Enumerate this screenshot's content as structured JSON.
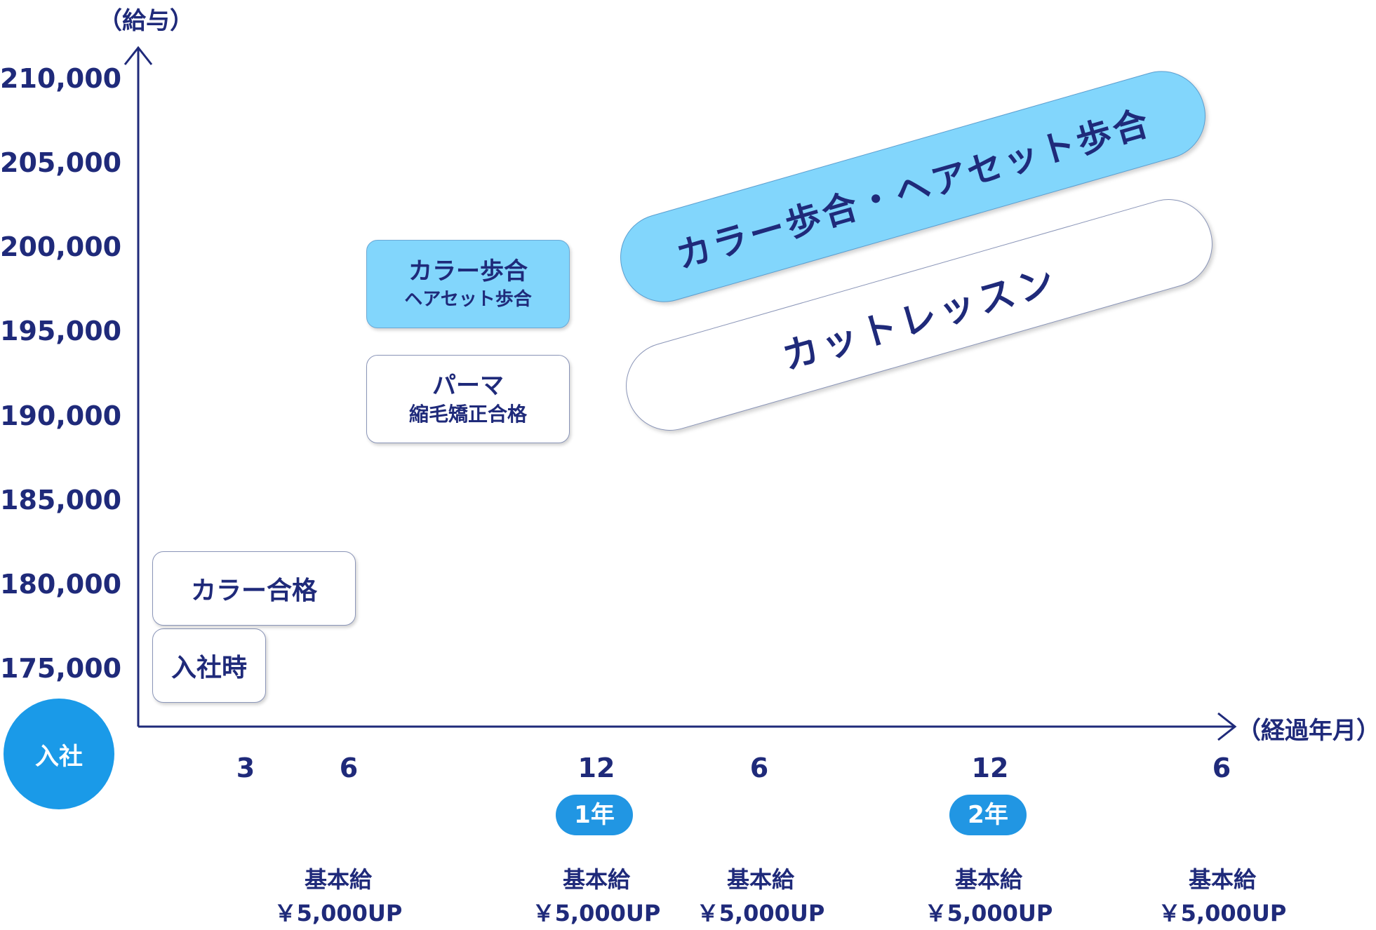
{
  "axes": {
    "y_title": "（給与）",
    "x_title": "（経過年月）",
    "y_ticks": [
      "210,000",
      "205,000",
      "200,000",
      "195,000",
      "190,000",
      "185,000",
      "180,000",
      "175,000"
    ],
    "x_ticks": [
      "3",
      "6",
      "12",
      "6",
      "12",
      "6"
    ]
  },
  "start_badge": "入社",
  "year_badges": [
    "1年",
    "2年"
  ],
  "salary_steps": [
    {
      "title": "基本給",
      "amount": "￥5,000UP"
    },
    {
      "title": "基本給",
      "amount": "￥5,000UP"
    },
    {
      "title": "基本給",
      "amount": "￥5,000UP"
    },
    {
      "title": "基本給",
      "amount": "￥5,000UP"
    },
    {
      "title": "基本給",
      "amount": "￥5,000UP"
    }
  ],
  "milestones": {
    "join": "入社時",
    "color_pass": "カラー合格",
    "perm": {
      "line1": "パーマ",
      "line2": "縮毛矯正合格"
    },
    "color_comm": {
      "line1": "カラー歩合",
      "line2": "ヘアセット歩合"
    },
    "cut_lesson": "カットレッスン",
    "color_comm_long": "カラー歩合・ヘアセット歩合"
  },
  "colors": {
    "navy": "#1f2a7a",
    "light_blue": "#82d6fc",
    "badge_blue": "#1a9ae8"
  }
}
